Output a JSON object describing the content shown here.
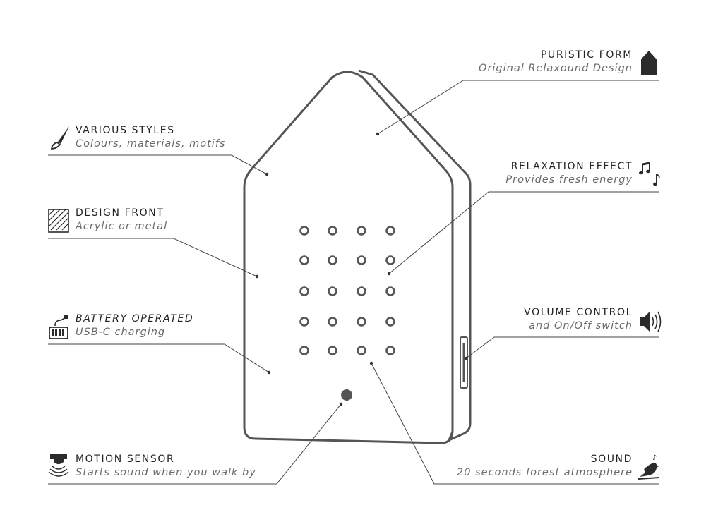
{
  "features": {
    "puristic_form": {
      "title": "PURISTIC FORM",
      "subtitle": "Original Relaxound Design",
      "icon": "house-icon"
    },
    "various_styles": {
      "title": "VARIOUS STYLES",
      "subtitle": "Colours, materials, motifs",
      "icon": "brush-icon"
    },
    "relaxation_effect": {
      "title": "RELAXATION EFFECT",
      "subtitle": "Provides fresh energy",
      "icon": "music-notes-icon"
    },
    "design_front": {
      "title": "DESIGN FRONT",
      "subtitle": "Acrylic or metal",
      "icon": "hatched-square-icon"
    },
    "battery_operated": {
      "title": "BATTERY OPERATED",
      "subtitle": "USB-C charging",
      "icon": "battery-icon"
    },
    "volume_control": {
      "title": "VOLUME CONTROL",
      "subtitle": "and On/Off switch",
      "icon": "speaker-icon"
    },
    "motion_sensor": {
      "title": "MOTION SENSOR",
      "subtitle": "Starts sound when you walk by",
      "icon": "motion-sensor-icon"
    },
    "sound": {
      "title": "SOUND",
      "subtitle": "20 seconds forest atmosphere",
      "icon": "bird-icon"
    }
  },
  "colors": {
    "outline": "#555555",
    "text": "#222222",
    "subtext": "#6a6a6a",
    "leader": "#444444"
  }
}
